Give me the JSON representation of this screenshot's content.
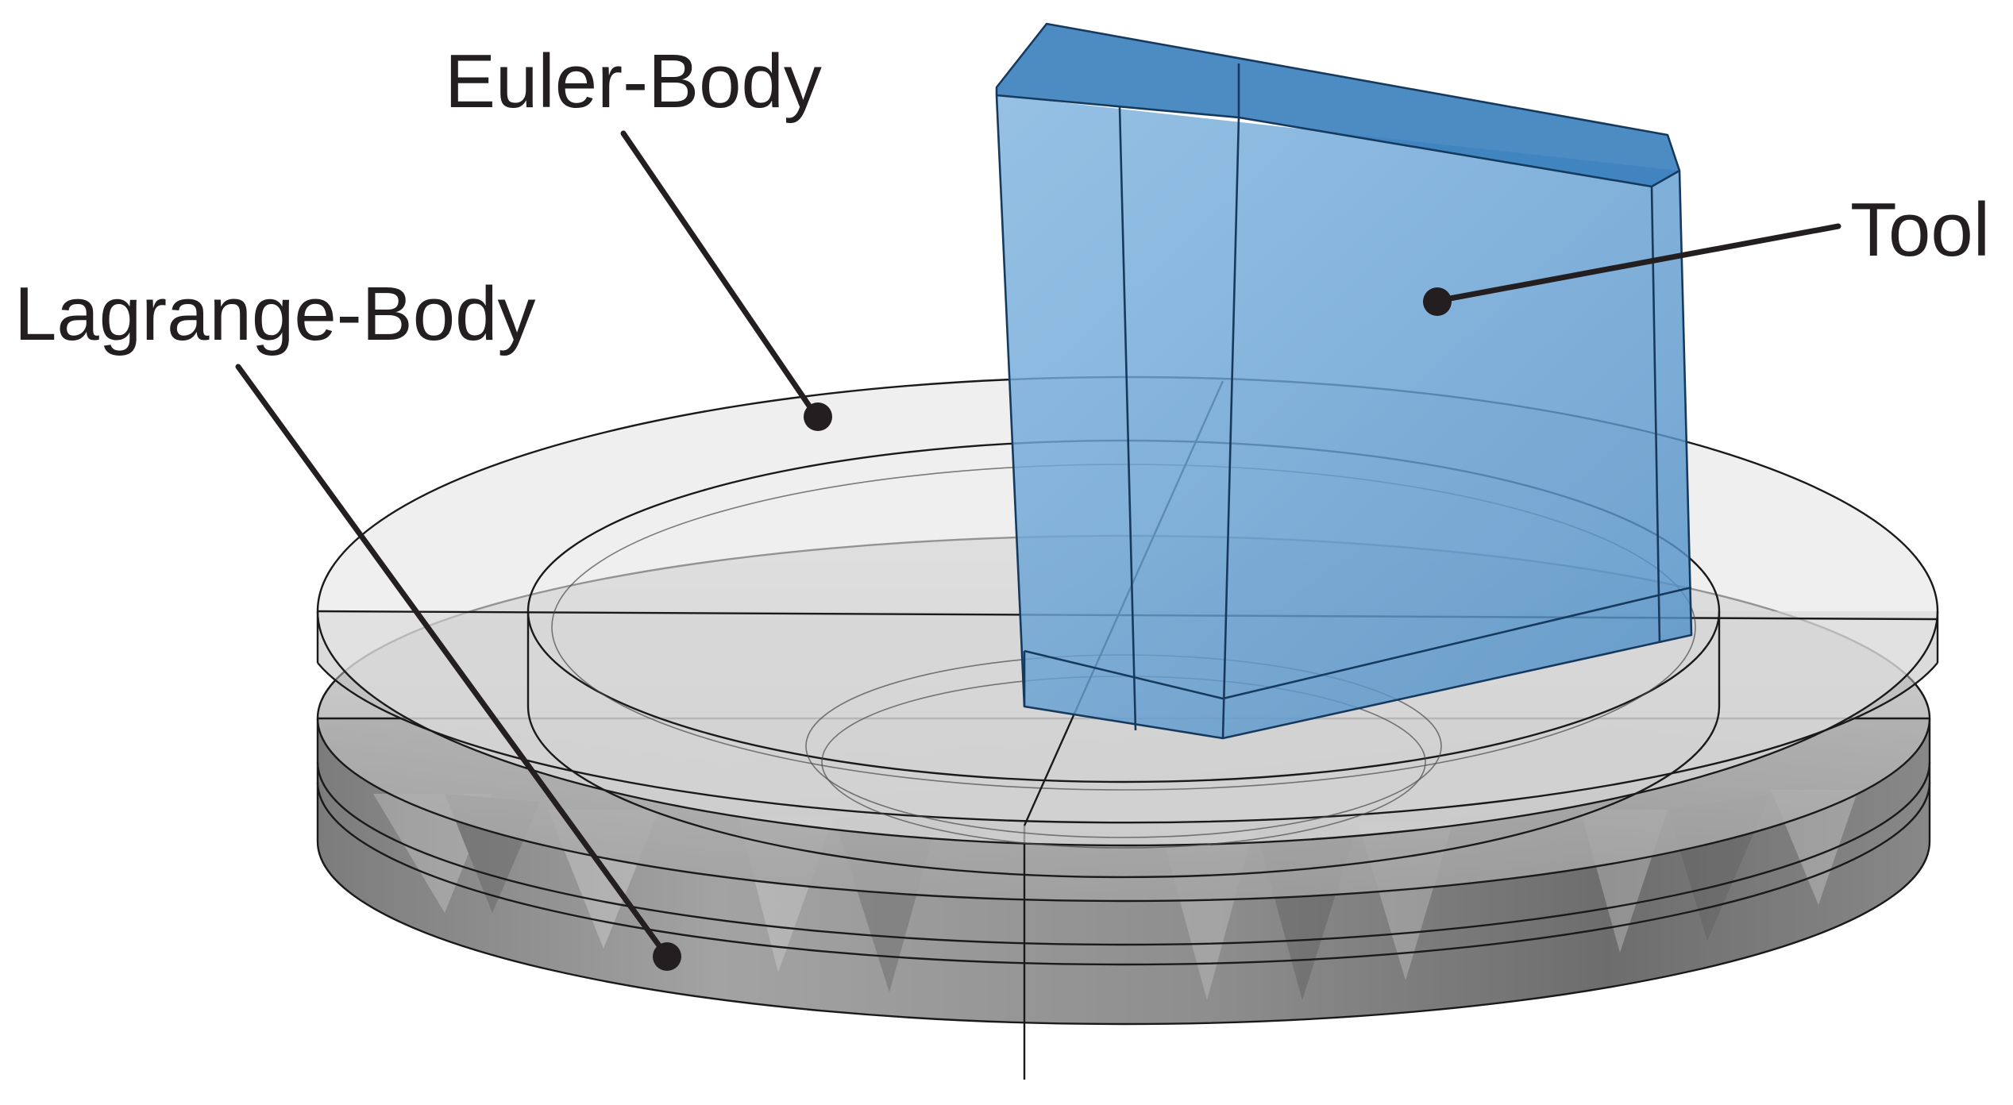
{
  "labels": {
    "euler_body": "Euler-Body",
    "lagrange_body": "Lagrange-Body",
    "tool": "Tool"
  },
  "colors": {
    "text": "#231f20",
    "leader_line": "#231f20",
    "tool_fill": "#5b9bd2",
    "tool_top": "#3a7fbd",
    "lagrange_body_fill": "#8a8a8a",
    "euler_body_fill": "#dcdcdc"
  }
}
